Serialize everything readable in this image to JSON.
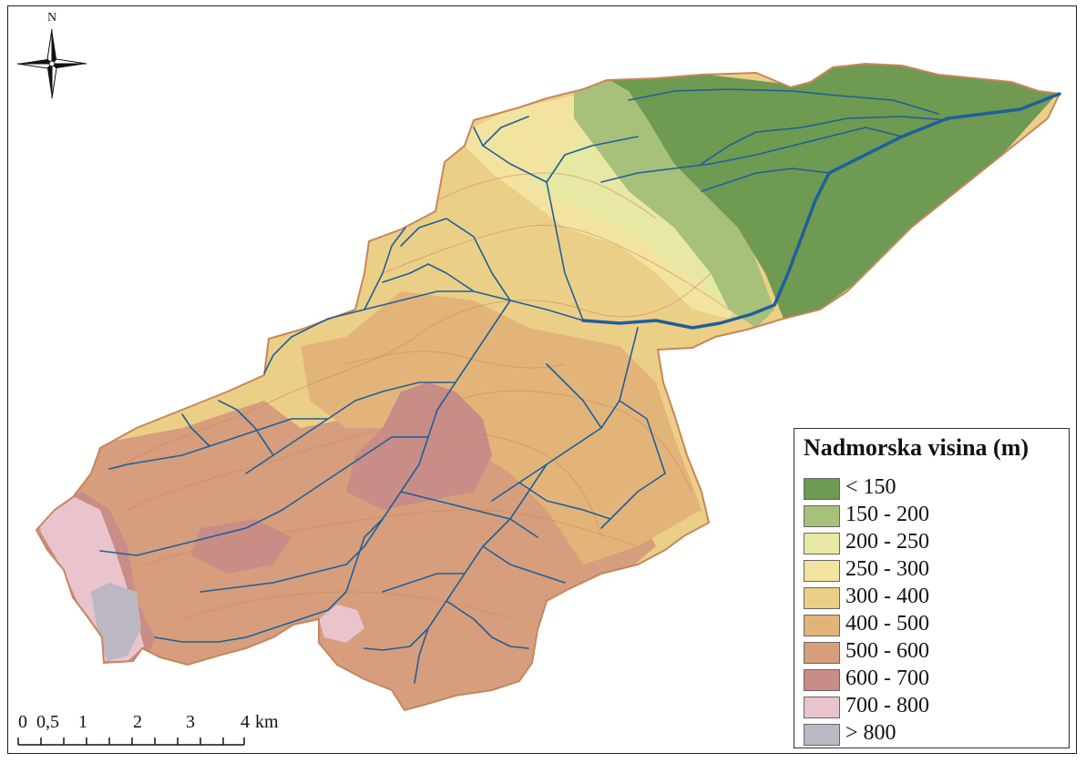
{
  "map": {
    "north_label": "N",
    "legend": {
      "title": "Nadmorska visina (m)",
      "classes": [
        {
          "label": "< 150",
          "color": "#6e9a52"
        },
        {
          "label": "150 - 200",
          "color": "#a7c07a"
        },
        {
          "label": "200 - 250",
          "color": "#e6e8a3"
        },
        {
          "label": "250 - 300",
          "color": "#f2e3a0"
        },
        {
          "label": "300 - 400",
          "color": "#eccf86"
        },
        {
          "label": "400 - 500",
          "color": "#e3b479"
        },
        {
          "label": "500 - 600",
          "color": "#d69e7c"
        },
        {
          "label": "600 - 700",
          "color": "#c88d86"
        },
        {
          "label": "700 - 800",
          "color": "#e9c4cc"
        },
        {
          "label": "> 800",
          "color": "#bdb7c4"
        }
      ]
    },
    "scale": {
      "labels": [
        "0",
        "0,5",
        "1",
        "2",
        "3",
        "4",
        "km"
      ]
    },
    "colors": {
      "river": "#1f5f9a",
      "boundary": "#c8855c"
    }
  }
}
